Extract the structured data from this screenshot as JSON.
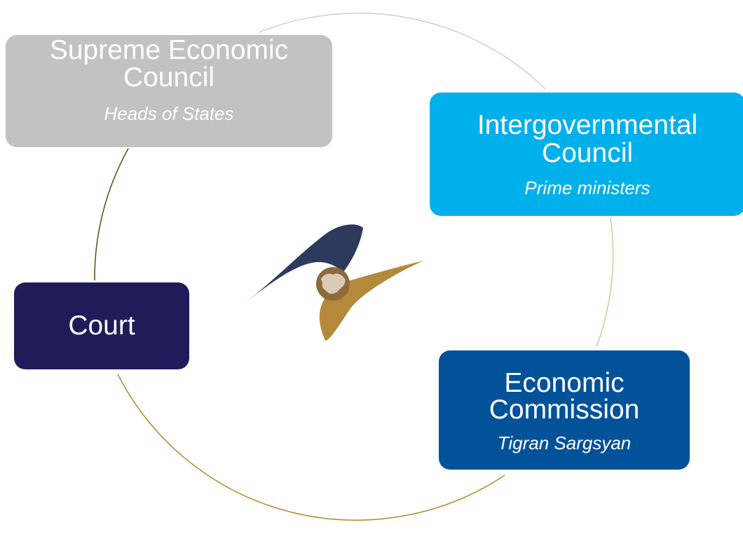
{
  "nodes": {
    "supreme": {
      "title": "Supreme Economic\nCouncil",
      "subtitle": "Heads of States",
      "color": "#c2c2c2"
    },
    "intergovernmental": {
      "title": "Intergovernmental\nCouncil",
      "subtitle": "Prime ministers",
      "color": "#00b0eb"
    },
    "court": {
      "title": "Court",
      "color": "#201c5a"
    },
    "commission": {
      "title": "Economic\nCommission",
      "subtitle": "Tigran Sargsyan",
      "color": "#02529a"
    }
  },
  "connectors": {
    "supreme_to_intergovernmental": "#d0d0d0",
    "intergovernmental_to_commission": "#d8c69a",
    "commission_to_court": "#b08a2e",
    "court_to_supreme": "#5e4a1c"
  },
  "logo": {
    "icon": "eaeu-emblem-icon",
    "colors": {
      "upper_wing": "#2c3a5e",
      "lower_wing": "#b5893a",
      "globe": "#8c6a3e"
    }
  }
}
